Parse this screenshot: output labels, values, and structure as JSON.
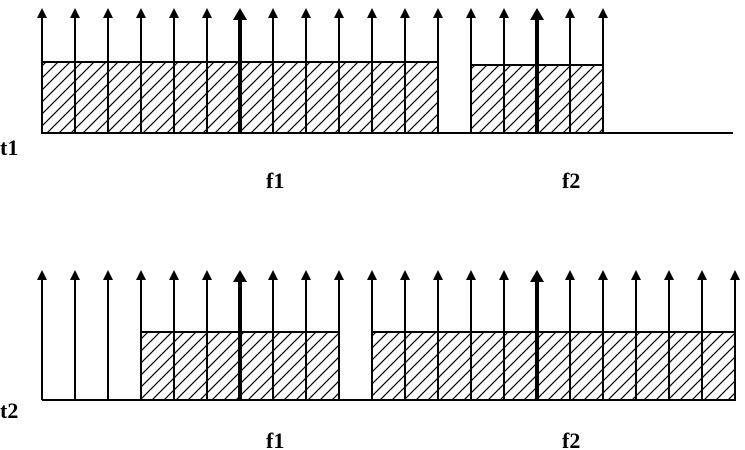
{
  "rows": [
    {
      "id": "t1",
      "label": "t1",
      "arrow_count": 18,
      "bold_arrows": [
        7,
        16
      ],
      "blocks": [
        {
          "label": "f1",
          "from_arrow": 1,
          "to_arrow": 13
        },
        {
          "label": "f2",
          "from_arrow": 14,
          "to_arrow": 18
        }
      ]
    },
    {
      "id": "t2",
      "label": "t2",
      "arrow_count": 22,
      "bold_arrows": [
        7,
        16
      ],
      "blocks": [
        {
          "label": "f1",
          "from_arrow": 4,
          "to_arrow": 10
        },
        {
          "label": "f2",
          "from_arrow": 11,
          "to_arrow": 22
        }
      ]
    }
  ],
  "colors": {
    "stroke": "#000000",
    "fill": "#ffffff",
    "hatch": "#000000"
  }
}
